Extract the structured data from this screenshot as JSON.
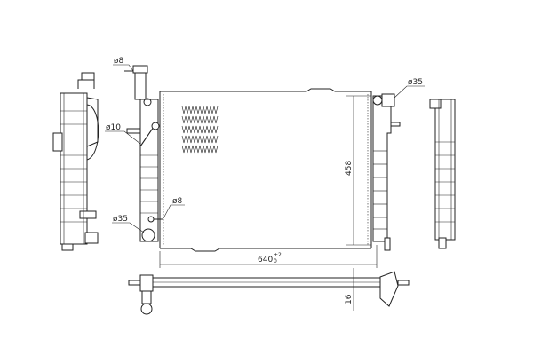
{
  "drawing": {
    "title": "Radiator technical drawing",
    "labels": {
      "filler_neck_diameter": "ø8",
      "hose_diameter": "ø10",
      "outlet_left_diameter": "ø35",
      "drain_diameter": "ø8",
      "inlet_right_diameter": "ø35",
      "core_height": "458",
      "core_width": "640",
      "core_width_tol_upper": "+2",
      "core_width_tol_lower": "0",
      "core_thickness": "16"
    }
  }
}
